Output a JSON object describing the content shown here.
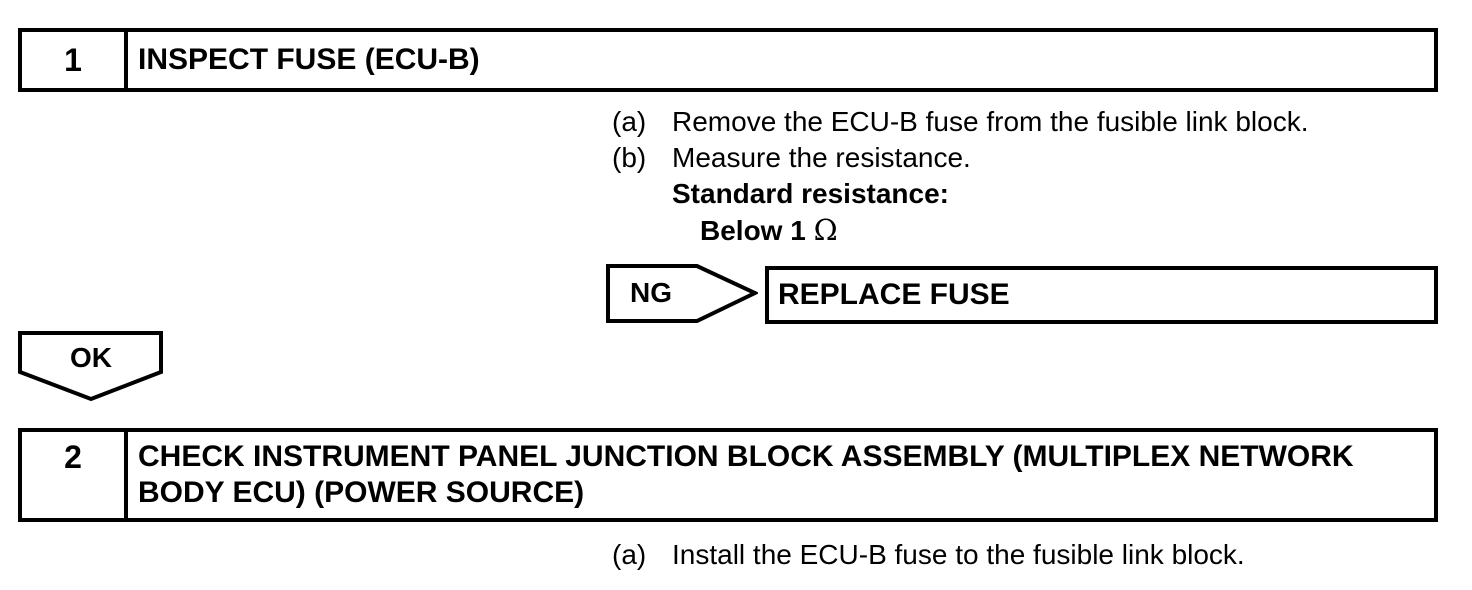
{
  "page": {
    "background_color": "#ffffff",
    "ink_color": "#000000"
  },
  "flow": {
    "step1": {
      "number": "1",
      "title": "INSPECT FUSE (ECU-B)",
      "substeps": [
        {
          "marker": "(a)",
          "text": "Remove the ECU-B fuse from the fusible link block."
        },
        {
          "marker": "(b)",
          "text": "Measure the resistance."
        }
      ],
      "spec_label": "Standard resistance:",
      "spec_value_prefix": "Below 1",
      "spec_value_unit": "Ω"
    },
    "ng_branch": {
      "label": "NG",
      "action": "REPLACE FUSE"
    },
    "ok_connector": {
      "label": "OK"
    },
    "step2": {
      "number": "2",
      "title": "CHECK INSTRUMENT PANEL JUNCTION BLOCK ASSEMBLY (MULTIPLEX NETWORK BODY ECU) (POWER SOURCE)",
      "substeps": [
        {
          "marker": "(a)",
          "text": "Install the ECU-B fuse to the fusible link block."
        }
      ]
    }
  }
}
